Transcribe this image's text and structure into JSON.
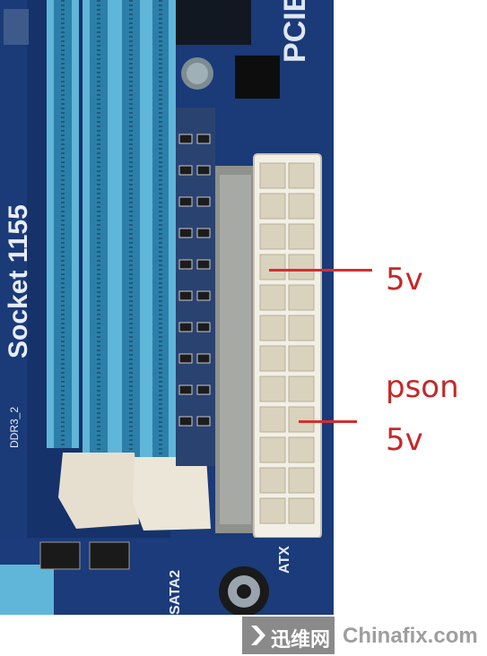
{
  "photo": {
    "silkscreen": {
      "socket_label": "Socket 1155",
      "ddr_label": "DDR3_2",
      "connector_label": "ATX",
      "pcie_label": "PCIE",
      "sata_label": "SATA2"
    }
  },
  "annotations": {
    "top_label": "5v",
    "pson_label": "pson",
    "bottom_label": "5v",
    "color": "#c62828"
  },
  "watermark": {
    "cn_text": "迅维网",
    "en_text": "Chinafix.com"
  }
}
